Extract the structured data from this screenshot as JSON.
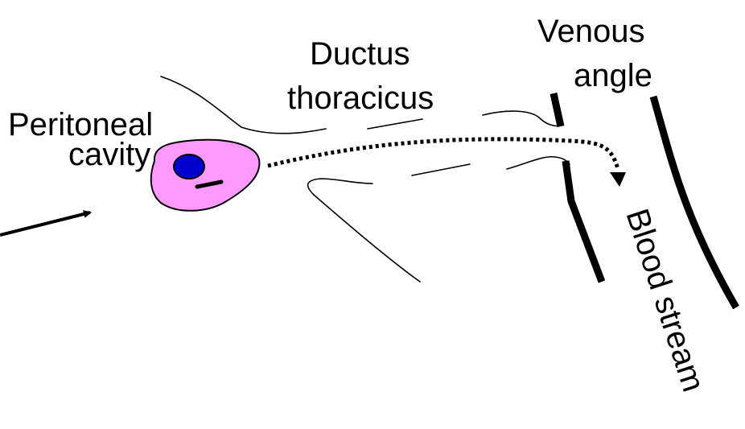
{
  "labels": {
    "peritoneal_line1": "Peritoneal",
    "peritoneal_line2": "cavity",
    "ductus_line1": "Ductus",
    "ductus_line2": "thoracicus",
    "venous_line1": "Venous",
    "venous_line2": "angle",
    "blood_stream": "Blood stream"
  },
  "colors": {
    "cell_fill": "#ff99ff",
    "nucleus_fill": "#0000cc",
    "ink": "#000000"
  }
}
